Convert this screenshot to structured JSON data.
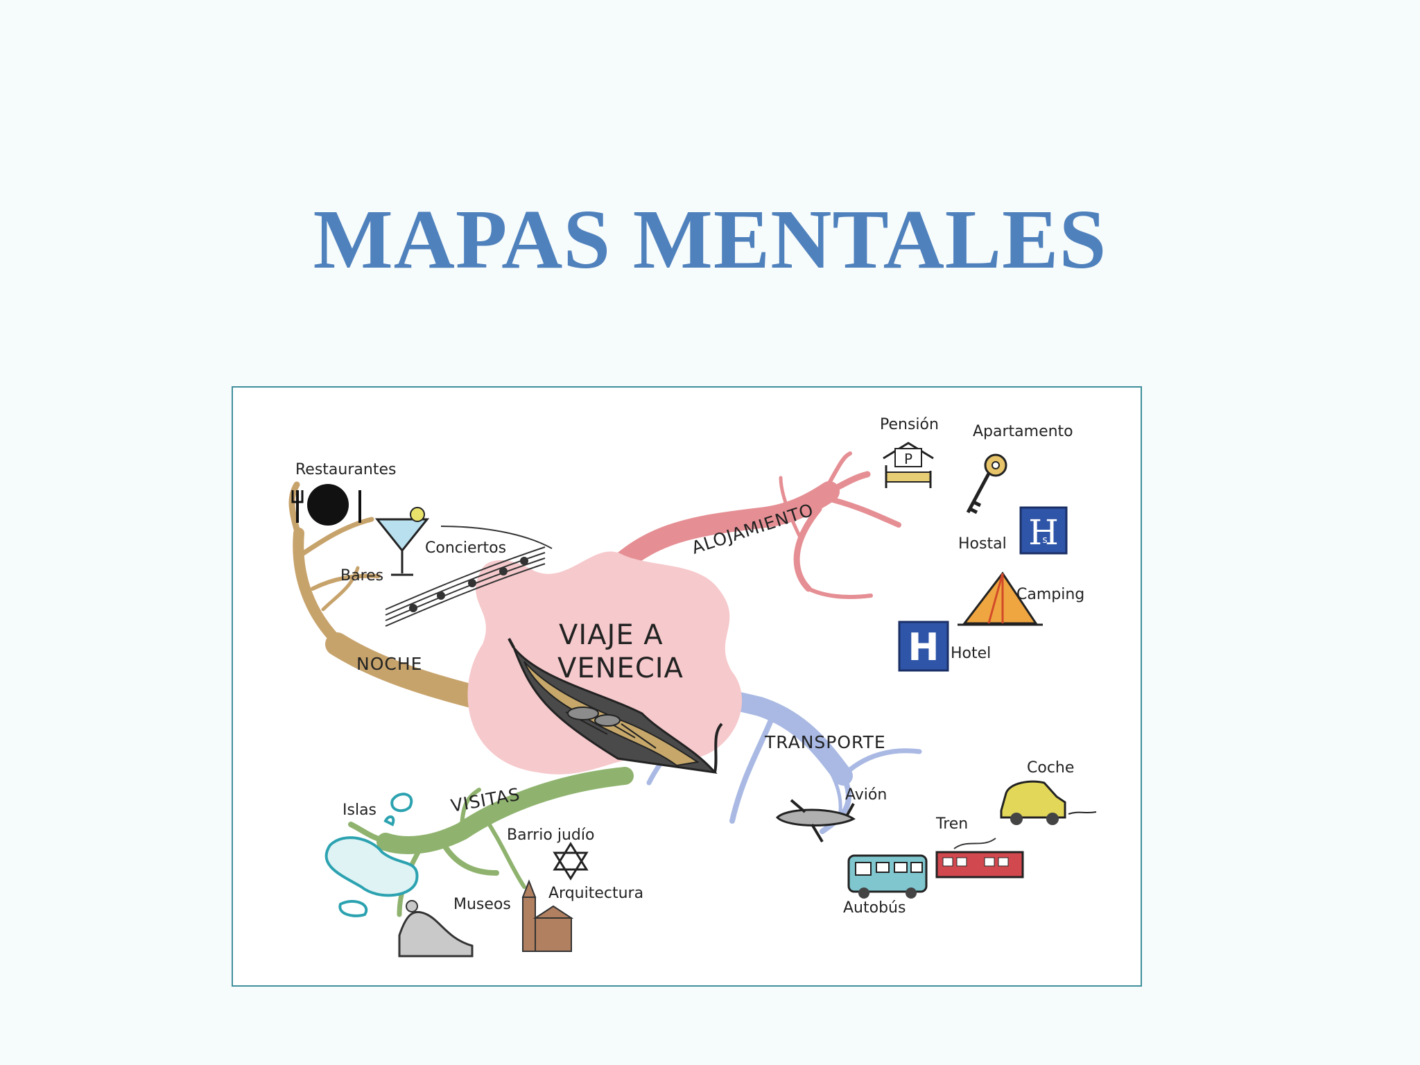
{
  "title": "MAPAS MENTALES",
  "map": {
    "center": {
      "line1": "VIAJE A",
      "line2": "VENECIA"
    },
    "branches": {
      "noche": {
        "label": "NOCHE",
        "leaves": {
          "restaurantes": "Restaurantes",
          "bares": "Bares",
          "conciertos": "Conciertos"
        }
      },
      "alojamiento": {
        "label": "ALOJAMIENTO",
        "leaves": {
          "pension": "Pensión",
          "apartamento": "Apartamento",
          "hostal": "Hostal",
          "camping": "Camping",
          "hotel": "Hotel"
        }
      },
      "transporte": {
        "label": "TRANSPORTE",
        "leaves": {
          "avion": "Avión",
          "autobus": "Autobús",
          "tren": "Tren",
          "coche": "Coche"
        }
      },
      "visitas": {
        "label": "VISITAS",
        "leaves": {
          "islas": "Islas",
          "museos": "Museos",
          "barrio": "Barrio judío",
          "arquitectura": "Arquitectura"
        }
      }
    },
    "icon_text": {
      "pension_sign": "P",
      "hostal_sign": "H",
      "hostal_sub": "s",
      "hotel_sign": "H"
    },
    "colors": {
      "noche": "#c7a36c",
      "alojamiento": "#e58f94",
      "transporte": "#a9b9e3",
      "visitas": "#8fb36e",
      "center": "#f6c9cc",
      "sign_blue": "#2f55a8"
    }
  }
}
